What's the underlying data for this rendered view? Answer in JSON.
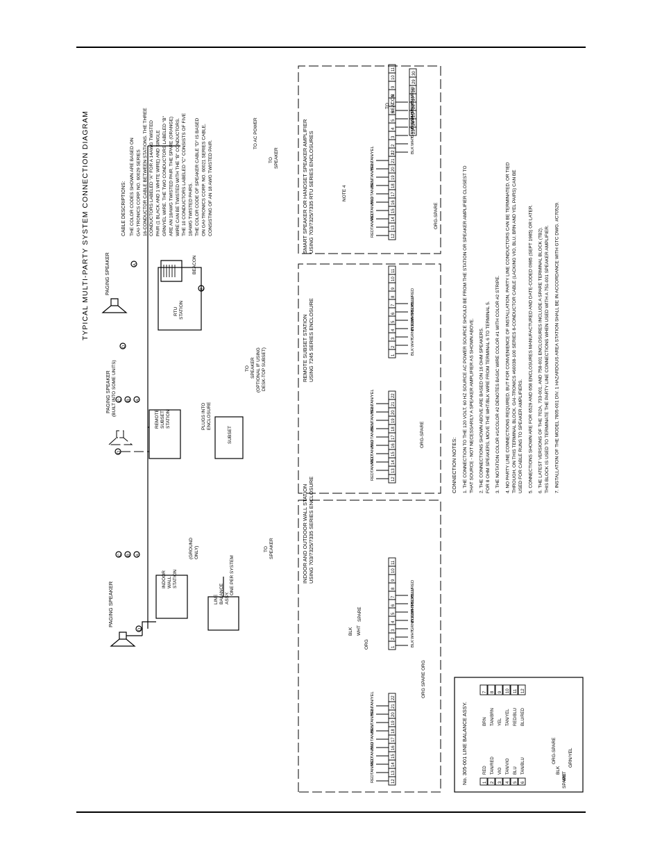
{
  "diagram": {
    "title": "TYPICAL MULTI-PARTY SYSTEM CONNECTION DIAGRAM",
    "components": {
      "paging_speaker_left": "PAGING SPEAKER",
      "indoor_wall_station": [
        "INDOOR",
        "WALL",
        "STATION"
      ],
      "ground_only": [
        "(GROUND",
        "ONLY)"
      ],
      "line_balance_assy": [
        "LINE",
        "BALANCE",
        "ASSY."
      ],
      "one_per_system": "ONE PER SYSTEM",
      "paging_speaker_built_in": [
        "PAGING SPEAKER",
        "(BUILT INTO SOME UNITS)"
      ],
      "remote_subset_station": [
        "REMOTE",
        "SUBSET",
        "STATION"
      ],
      "plugs_into_enclosure": [
        "PLUGS INTO",
        "ENCLOSURE"
      ],
      "subset": "SUBSET",
      "paging_speaker_right": "PAGING SPEAKER",
      "rtu_station": [
        "RTU",
        "STATION"
      ],
      "beacon": "BEACON"
    },
    "cable_labels": [
      "A",
      "B",
      "C",
      "D",
      "E"
    ],
    "cable_descriptions": {
      "heading": "CABLE DESCRIPTIONS:",
      "lines": [
        "THE COLOR CODES SHOWN ARE BASED ON",
        "GAI-TRONICS CORP. NO. 60029 SERIES",
        "16-CONDUCTOR CABLE BETWEEN STATIONS. THE THREE",
        "CONDUCTORS LABELED \"A\" FOR A 14AWG TWISTED",
        "PAIR (1 BLACK AND 1 WHITE WIRE) AND SINGLE",
        "GRN/YEL WIRE.   THE TWO CONDUCTORS LABELED \"B\"",
        "ARE AN 18AWG TWISTED PAIR. THE SPARE (ORANGE)",
        "WIRE CAN BE TWISTED WITH THE \"B\" CONDUCTORS.",
        "THE 10 CONDUCTORS LABELED \"C\" CONSISTS OF FIVE",
        "18AWG TWISTED PAIRS.",
        "THE COLOR CODE OF SPEAKER CABLE \"D\" IS BASED",
        "ON GAI-TRONICS CORP. NO. 60021 SERIES CABLE,",
        "CONSISTING OF AN 18 AWG TWISTED PAIR."
      ]
    },
    "panels": {
      "indoor_outdoor": {
        "title": [
          "INDOOR AND OUTDOOR WALL STATION",
          "USING 703/7325/7335 SERIES ENCLOSURE"
        ],
        "to_speaker": [
          "TO",
          "SPEAKER"
        ],
        "terminals_left": [
          "12",
          "13",
          "14",
          "15",
          "16",
          "17",
          "18",
          "19",
          "20",
          "21",
          "22"
        ],
        "wires_left": [
          "RED",
          "TAN/RED",
          "VIO",
          "TAN/VIO",
          "BLU",
          "TAN/BLU",
          "BRN",
          "TAN/BRN",
          "YEL",
          "TAN/YEL"
        ],
        "terminals_right": [
          "1",
          "2",
          "3",
          "4",
          "5",
          "6",
          "7",
          "8",
          "9",
          "10",
          "11"
        ],
        "wires_right": [
          "BLK",
          "WHT",
          "GRN/YEL",
          "BLK/WHT",
          "WHT/BLK",
          "RED/BLU",
          "BLU/RED"
        ],
        "spare": [
          "SPARE",
          "BLK",
          "WHT",
          "ORG"
        ],
        "org_spare": "ORG SPARE ORG"
      },
      "remote_subset": {
        "title": [
          "REMOTE SUBSET STATION",
          "USING 7245 SERIES ENCLOSURE"
        ],
        "to_speaker": [
          "TO",
          "SPEAKER",
          "(OPTIONAL IF USING",
          "DESK-TOP SUBSET)"
        ],
        "org_spare": "ORG-SPARE"
      },
      "smart_speaker": {
        "title": [
          "SMART SPEAKER OR HANDSET SPEAKER AMPLIFIER",
          "USING 703/7325/7335 RTU SERIES ENCLOSURES"
        ],
        "note": "NOTE 4",
        "to_ac_power": "TO AC POWER",
        "to_speaker": [
          "TO",
          "SPEAKER"
        ],
        "to_beacon": [
          "TO",
          "BEACON"
        ],
        "beacon_terminals": [
          "23",
          "24",
          "25",
          "26",
          "27",
          "28",
          "29",
          "30"
        ],
        "org_spare": "ORG-SPARE"
      }
    },
    "line_balance": {
      "title": "No. 305-001 LINE BALANCE ASSY.",
      "left_rows": [
        {
          "term": "1",
          "wire": "RED"
        },
        {
          "term": "2",
          "wire": "TAN/RED"
        },
        {
          "term": "3",
          "wire": "VIO"
        },
        {
          "term": "4",
          "wire": "TAN/VIO"
        },
        {
          "term": "5",
          "wire": "BLU"
        },
        {
          "term": "6",
          "wire": "TAN/BLU"
        }
      ],
      "right_rows": [
        {
          "term": "7",
          "wire": "BRN"
        },
        {
          "term": "8",
          "wire": "TAN/BRN"
        },
        {
          "term": "9",
          "wire": "YEL"
        },
        {
          "term": "10",
          "wire": "TAN/YEL"
        },
        {
          "term": "11",
          "wire": "RED/BLU"
        },
        {
          "term": "12",
          "wire": "BLU/RED"
        }
      ],
      "spare": [
        "SPARE",
        "BLK",
        "WHT",
        "GRN/YEL"
      ],
      "org_spare": "ORG-SPARE"
    },
    "connection_notes": {
      "heading": "CONNECTION NOTES:",
      "notes": [
        "1.  THE CONNECTION TO THE 120 VOLT, 60 HZ SOURCE AC POWER SOURCE SHOULD BE FROM THE STATION OR SPEAKER AMPLIFIER CLOSEST TO",
        "     THAT SOURCE - NOT NECESSARILY A SPEAKER AMPLIFIER AS SHOWN ABOVE.",
        "2.  THE CONNECTIONS SHOWN ABOVE ARE BASED ON 16 OHM SPEAKERS.",
        "     FOR 8 OHM SPEAKERS, MOVE THE WHT/BLK WIRE FROM TERMINAL 6 TO TERMINAL 5.",
        "3.  THE NOTATION COLOR #1/COLOR #2 DENOTES BASIC WIRE COLOR #1 WITH COLOR #2 STRIPE.",
        "4.  NO PARTY LINE CONNECTIONS REQUIRED, BUT FOR CONVENIENCE OF INSTALLATION, PARTY LINE CONDUCTORS CAN BE TERMINATED, OR TIED",
        "     THROUGH, ON THIS TERMINAL BLOCK. GAI-TRONICS #60038-100 SERIES 8-CONDUCTOR CABLE (LACKING VIO, BLU, BRN AND YEL PAIRS) CAN BE",
        "     USED FOR CABLE RUNS TO SPEAKER AMPLIFIERS.",
        "5.  CONNECTIONS SHOWN ARE FOR 6529 AND 658 ENCLOSURES MANUFACTURED AND DATE-CODED 0985 (SEPT 1985) OR LATER.",
        "6.  THE LATEST VERSIONS OF THE 702A, 733-001, AND 758-001 ENCLOSURES INCLUDE A SPARE TERMINAL BLOCK (TB2).",
        "     THIS BLOCK IS USED TO TERMINATE THE PARTY LINE CONNECTIONS WHEN USED WITH A 751-001 SPEAKER AMPLIFIER.",
        "7.  INSTALLATION OF THE MODEL 7805-001 DIV. 1 HAZARDOUS AREA STATION SHALL BE IN ACCORDANCE WITH GTC DWG. #C70529."
      ]
    }
  }
}
